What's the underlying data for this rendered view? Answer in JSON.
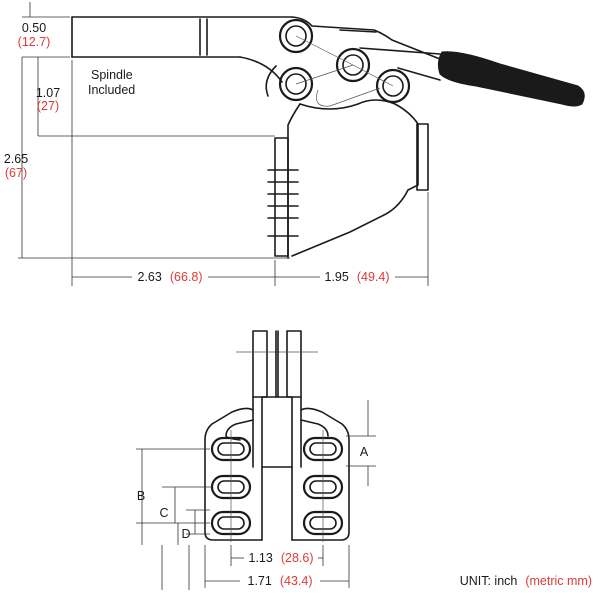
{
  "dimensions": {
    "d050": {
      "inch": "0.50",
      "metric": "(12.7)"
    },
    "d107": {
      "inch": "1.07",
      "metric": "(27)"
    },
    "d265": {
      "inch": "2.65",
      "metric": "(67)"
    },
    "d263": {
      "inch": "2.63",
      "metric": "(66.8)"
    },
    "d195": {
      "inch": "1.95",
      "metric": "(49.4)"
    },
    "d113": {
      "inch": "1.13",
      "metric": "(28.6)"
    },
    "d171": {
      "inch": "1.71",
      "metric": "(43.4)"
    }
  },
  "labels": {
    "spindle_line1": "Spindle",
    "spindle_line2": "Included",
    "A": "A",
    "B": "B",
    "C": "C",
    "D": "D"
  },
  "unit_note": {
    "prefix": "UNIT:  inch",
    "metric": "(metric mm)"
  },
  "colors": {
    "metric": "#e03a3a",
    "line": "#1a1a1a"
  }
}
